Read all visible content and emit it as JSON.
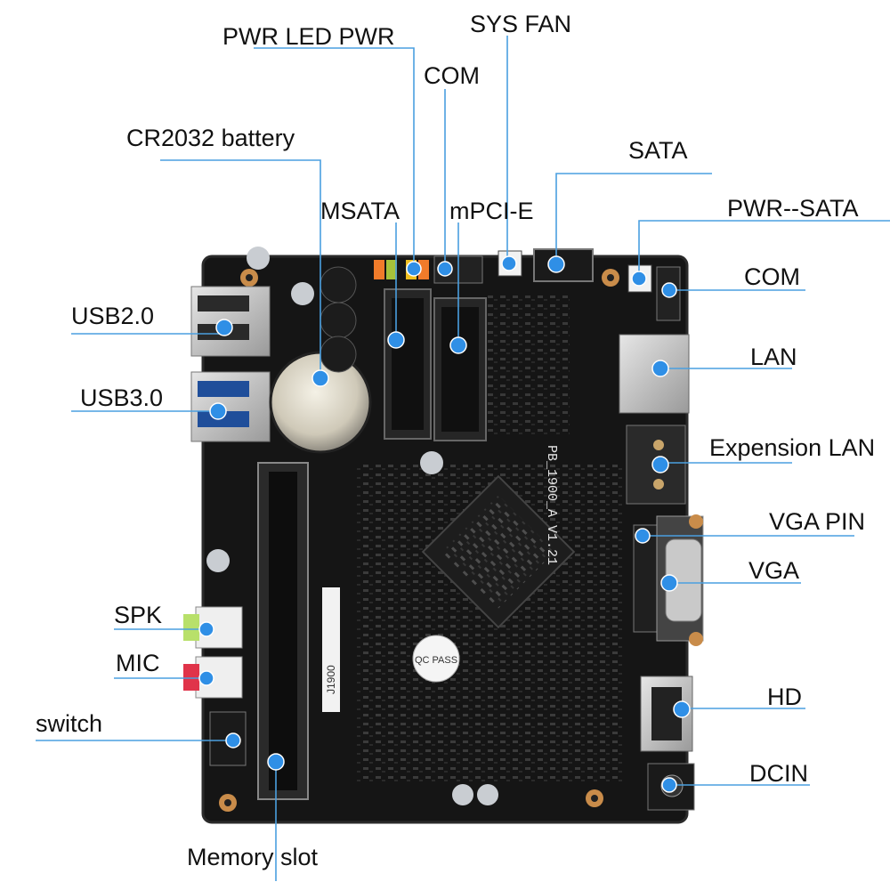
{
  "diagram": {
    "board_name": "PB_1900_A V1.21",
    "chip_label": "J1900",
    "qc_sticker": "QC PASS",
    "battery_text": "CR2032",
    "labels": {
      "pwr_led_pwr": "PWR LED PWR",
      "sys_fan": "SYS FAN",
      "com_top": "COM",
      "cr2032_battery": "CR2032 battery",
      "sata": "SATA",
      "msata": "MSATA",
      "mpcie": "mPCI-E",
      "pwr_sata": "PWR--SATA",
      "com_right": "COM",
      "usb20": "USB2.0",
      "lan": "LAN",
      "usb30": "USB3.0",
      "expansion_lan": "Expension LAN",
      "vga_pin": "VGA PIN",
      "vga": "VGA",
      "spk": "SPK",
      "mic": "MIC",
      "hd": "HD",
      "switch": "switch",
      "dcin": "DCIN",
      "memory_slot": "Memory slot"
    },
    "colors": {
      "pcb": "#151515",
      "leader_line": "#4a9fe0",
      "marker": "#2f8fe6",
      "label_text": "#111111"
    }
  }
}
